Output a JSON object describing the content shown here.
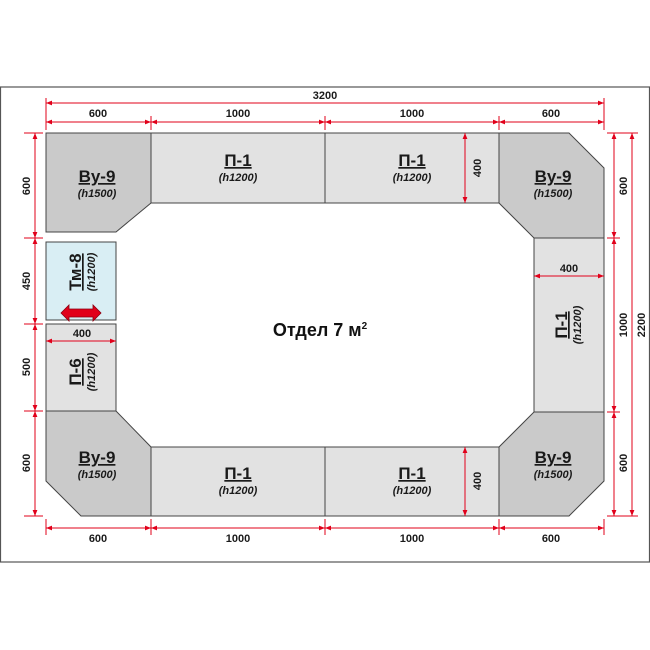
{
  "title": {
    "text": "Отдел 7 м",
    "sup": "2"
  },
  "colors": {
    "dark": "#cacaca",
    "light": "#e2e2e2",
    "accent": "#d9eef4",
    "dim": "#e1001a",
    "arrow": "#e1001a"
  },
  "modules": {
    "vu_tl": {
      "name": "Ву-9",
      "h": "(h1500)"
    },
    "p1_t1": {
      "name": "П-1",
      "h": "(h1200)"
    },
    "p1_t2": {
      "name": "П-1",
      "h": "(h1200)"
    },
    "vu_tr": {
      "name": "Ву-9",
      "h": "(h1500)"
    },
    "tm8": {
      "name": "Тм-8",
      "h": "(h1200)"
    },
    "p6": {
      "name": "П-6",
      "h": "(h1200)"
    },
    "p1_r": {
      "name": "П-1",
      "h": "(h1200)"
    },
    "vu_bl": {
      "name": "Ву-9",
      "h": "(h1500)"
    },
    "p1_b1": {
      "name": "П-1",
      "h": "(h1200)"
    },
    "p1_b2": {
      "name": "П-1",
      "h": "(h1200)"
    },
    "vu_br": {
      "name": "Ву-9",
      "h": "(h1500)"
    }
  },
  "dims": {
    "total_w": "3200",
    "top": [
      "600",
      "1000",
      "1000",
      "600"
    ],
    "bottom": [
      "600",
      "1000",
      "1000",
      "600"
    ],
    "left": [
      "600",
      "450",
      "500",
      "600"
    ],
    "right_inner": [
      "600",
      "1000",
      "600"
    ],
    "total_h": "2200",
    "depth_top": "400",
    "depth_bottom": "400",
    "depth_right": "400",
    "depth_p6": "400"
  }
}
